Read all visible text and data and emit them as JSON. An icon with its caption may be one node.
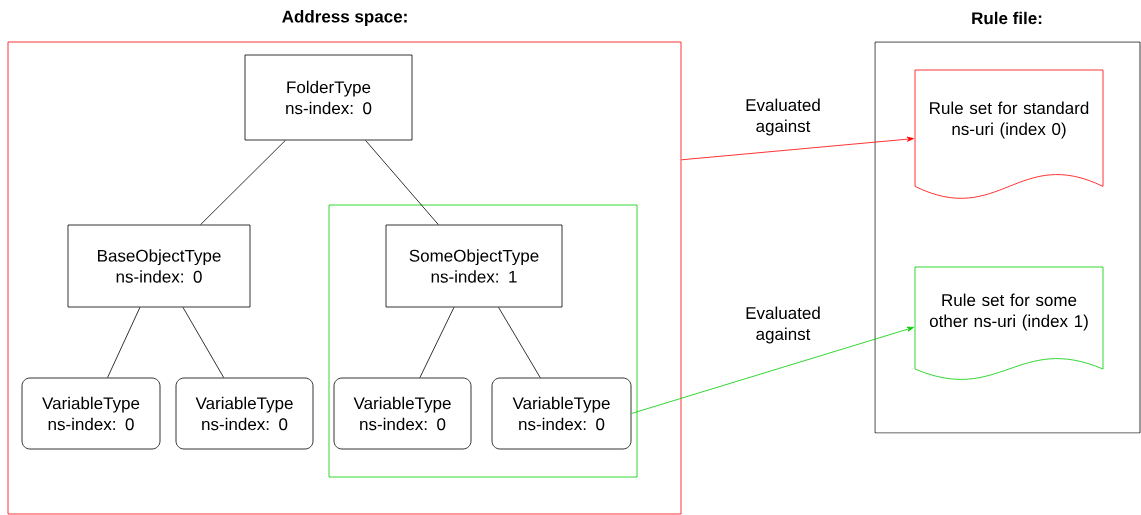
{
  "diagram": {
    "nodes": [
      {
        "text": [
          "Address space:"
        ]
      },
      {
        "text": [
          "FolderType ns-index: 0"
        ],
        "in": 0
      },
      {
        "text": [
          "BaseObjectType ns-index: 0"
        ],
        "in": 0
      },
      {
        "text": [],
        "shape": "box",
        "in": 0
      },
      {
        "text": [
          "SomeObjectType ns-index: 1"
        ],
        "in": 3
      },
      {
        "text": [
          "VariableType ns-index: 0"
        ],
        "in": 0
      },
      {
        "text": [
          "VariableType ns-index: 0"
        ],
        "in": 0
      },
      {
        "text": [
          "VariableType ns-index: 0"
        ],
        "in": 3
      },
      {
        "text": [
          "VariableType ns-index: 0"
        ],
        "in": 3
      },
      {
        "text": [
          "Rule file:"
        ]
      },
      {
        "text": [
          "Rule set for standard ns-uri (index 0)"
        ],
        "in": 9
      },
      {
        "text": [
          "Rule set for some other ns-uri (index 1)"
        ],
        "in": 9
      }
    ],
    "edges": [
      {
        "from": 1,
        "to": 2,
        "arrow": "none"
      },
      {
        "from": 1,
        "to": 4,
        "arrow": "none"
      },
      {
        "from": 2,
        "to": 5,
        "arrow": "none"
      },
      {
        "from": 2,
        "to": 6,
        "arrow": "none"
      },
      {
        "from": 4,
        "to": 7,
        "arrow": "none"
      },
      {
        "from": 4,
        "to": 8,
        "arrow": "none"
      },
      {
        "from": 0,
        "to": 10,
        "arrow": "to",
        "label": "Evaluated against",
        "color": "#ff0000"
      },
      {
        "from": 8,
        "to": 11,
        "arrow": "to",
        "label": "Evaluated against",
        "color": "#00cc00"
      }
    ]
  }
}
